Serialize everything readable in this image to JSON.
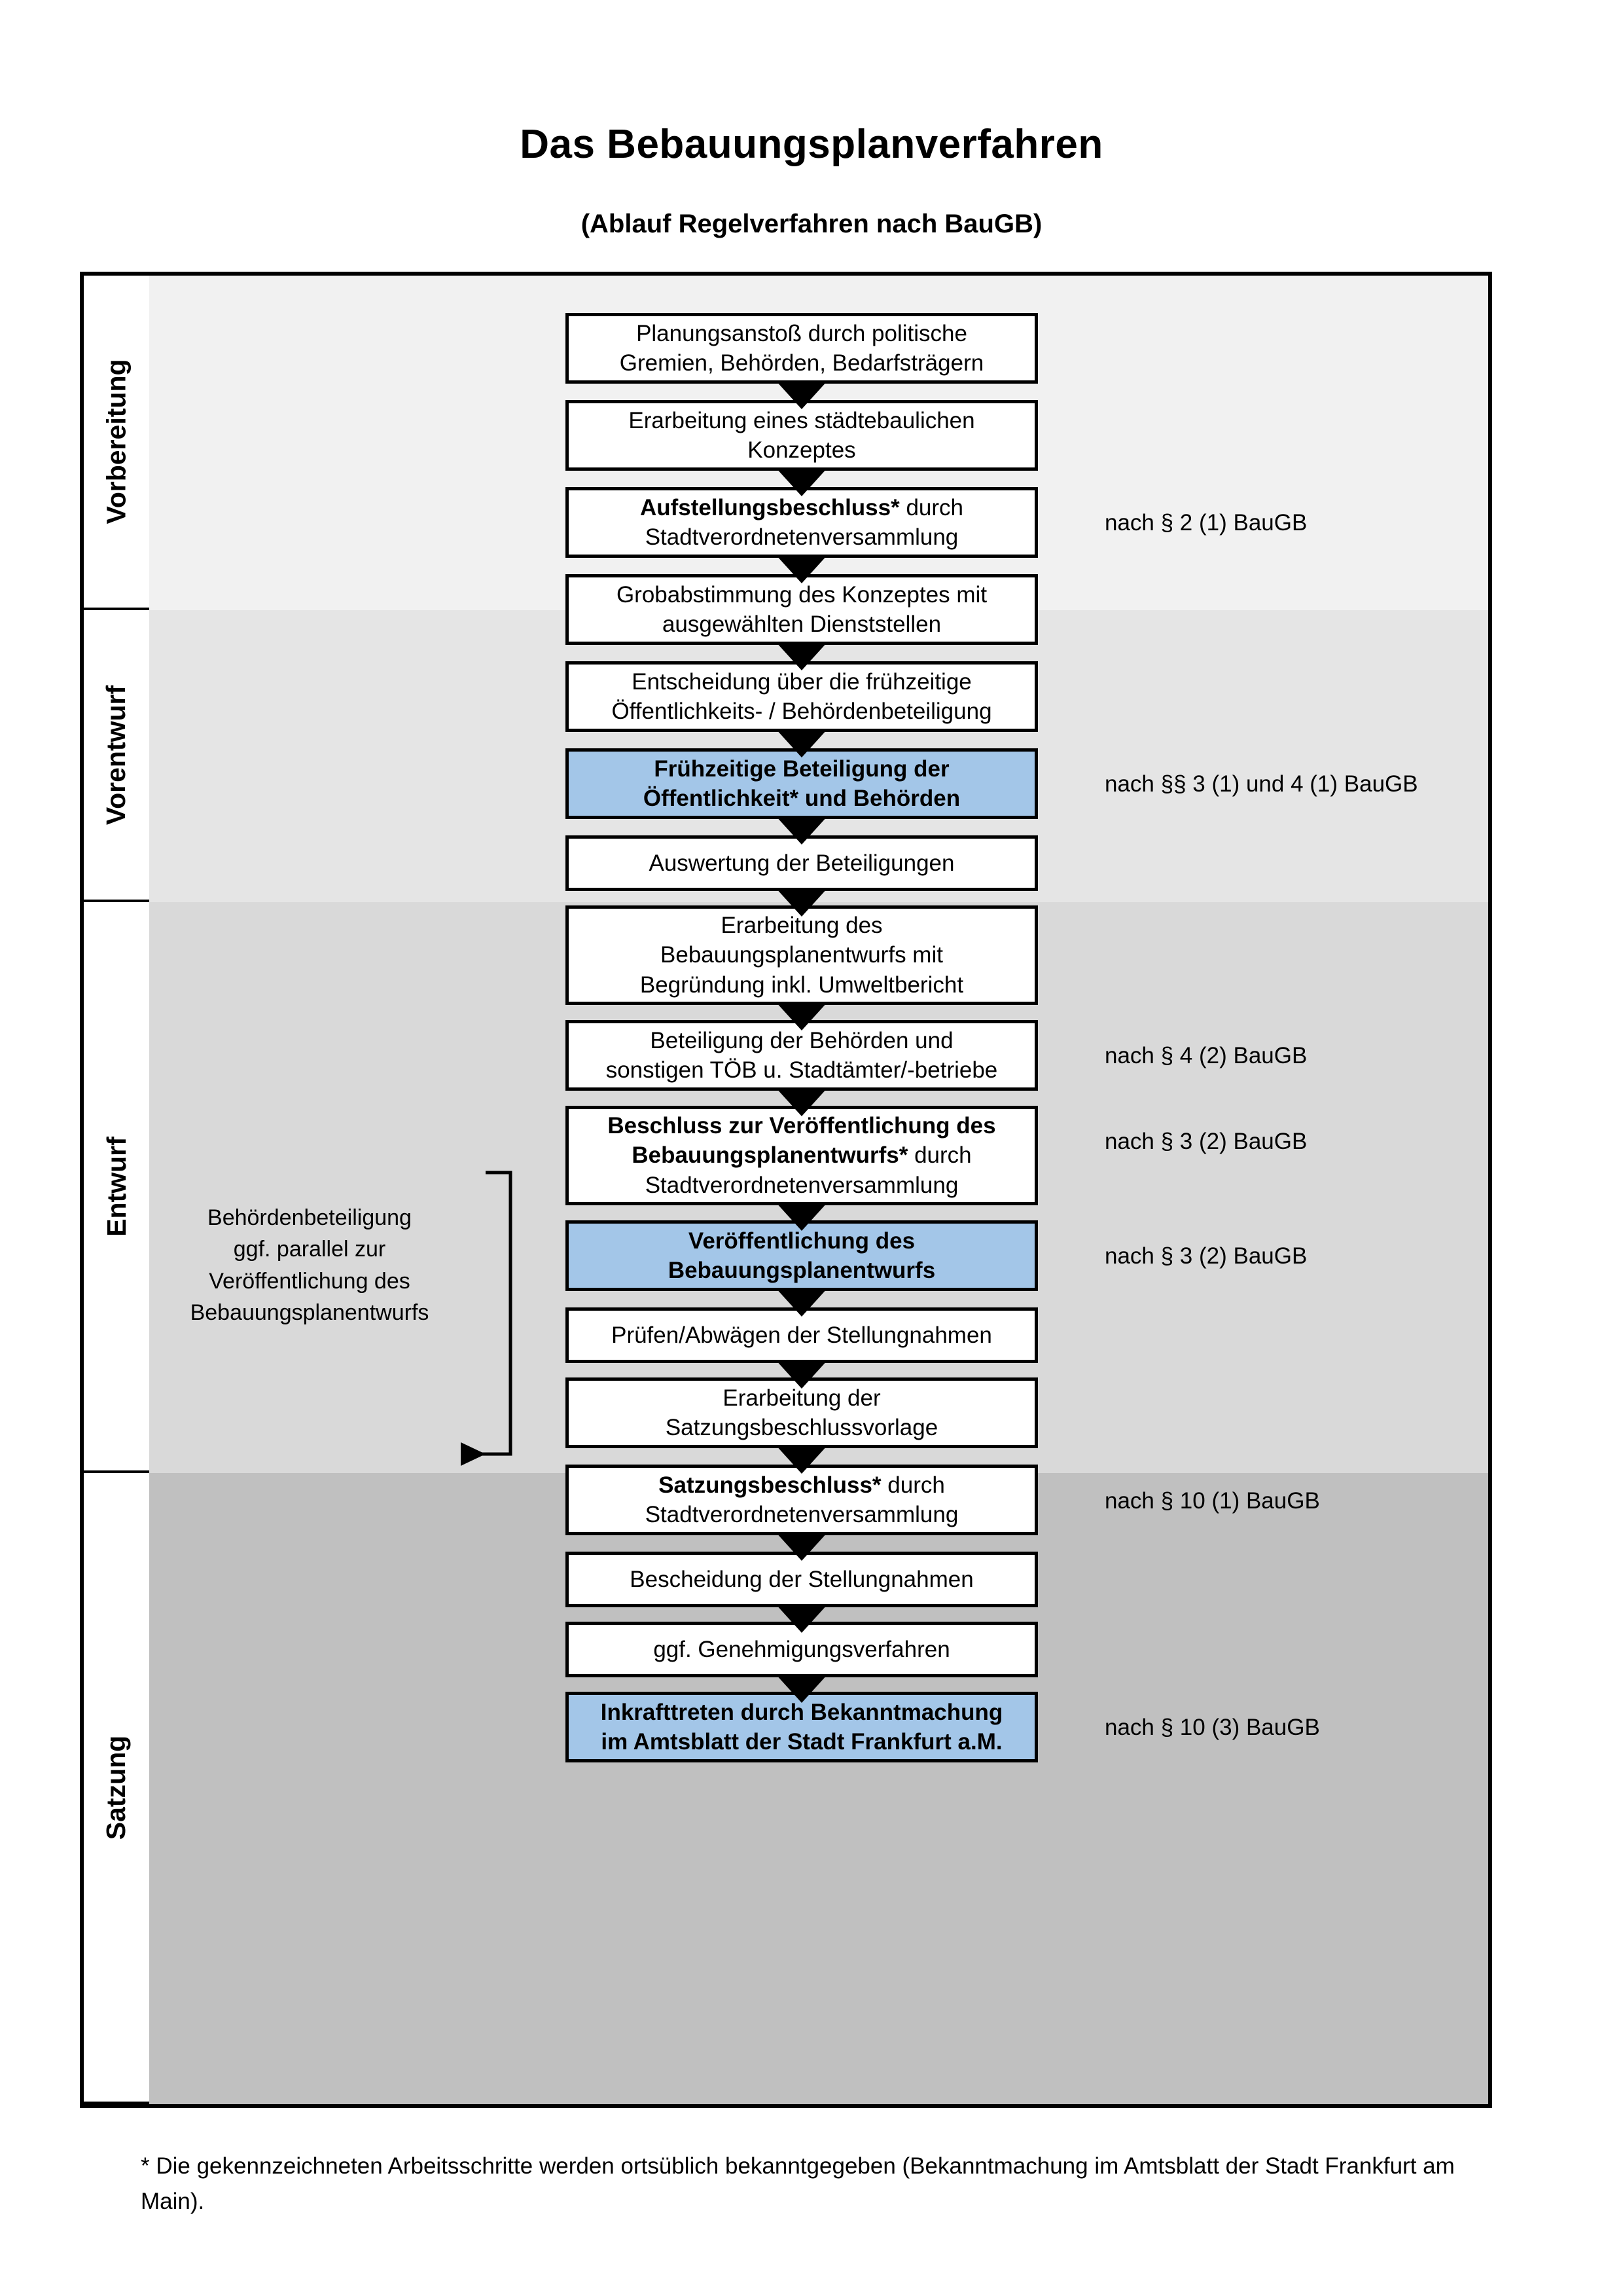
{
  "header": {
    "title": "Das Bebauungsplanverfahren",
    "subtitle": "(Ablauf Regelverfahren nach BauGB)"
  },
  "colors": {
    "highlight_box": "#A3C6E8",
    "band_vorbereitung": "#F1F1F1",
    "band_vorentwurf": "#E5E5E5",
    "band_entwurf": "#D9D9D9",
    "band_satzung": "#C0C0C0",
    "border": "#000000"
  },
  "sections": [
    {
      "label": "Vorbereitung"
    },
    {
      "label": "Vorentwurf"
    },
    {
      "label": "Entwurf"
    },
    {
      "label": "Satzung"
    }
  ],
  "steps": [
    {
      "id": "planungsanstoss",
      "line1": "Planungsanstoß durch politische",
      "line2": "Gremien, Behörden, Bedarfsträgern",
      "highlight": false
    },
    {
      "id": "konzept",
      "line1": "Erarbeitung eines städtebaulichen",
      "line2": "Konzeptes",
      "highlight": false
    },
    {
      "id": "aufstellungsbeschluss",
      "bold": "Aufstellungsbeschluss*",
      "rest": " durch",
      "line2": "Stadtverordnetenversammlung",
      "highlight": false
    },
    {
      "id": "grobabstimmung",
      "line1": "Grobabstimmung des Konzeptes mit",
      "line2": "ausgewählten Dienststellen",
      "highlight": false
    },
    {
      "id": "entscheidung-fruehzeitig",
      "line1": "Entscheidung über die frühzeitige",
      "line2": "Öffentlichkeits- / Behördenbeteiligung",
      "highlight": false
    },
    {
      "id": "fruehzeitige-beteiligung",
      "line1": "Frühzeitige Beteiligung der",
      "line2": "Öffentlichkeit* und Behörden",
      "highlight": true
    },
    {
      "id": "auswertung",
      "line1": "Auswertung der Beteiligungen",
      "highlight": false
    },
    {
      "id": "erarbeitung-entwurf",
      "line1": "Erarbeitung des",
      "line2": "Bebauungsplanentwurfs mit",
      "line3": "Begründung inkl. Umweltbericht",
      "highlight": false
    },
    {
      "id": "beteiligung-behoerden",
      "line1": "Beteiligung der Behörden und",
      "line2": "sonstigen TÖB u. Stadtämter/-betriebe",
      "highlight": false
    },
    {
      "id": "beschluss-veroeffentlichung",
      "bold": "Beschluss zur Veröffentlichung des Bebauungsplanentwurfs*",
      "rest": " durch",
      "line2": "Stadtverordnetenversammlung",
      "highlight": false
    },
    {
      "id": "veroeffentlichung",
      "line1": "Veröffentlichung des",
      "line2": "Bebauungsplanentwurfs",
      "highlight": true
    },
    {
      "id": "pruefen-abwaegen",
      "line1": "Prüfen/Abwägen der Stellungnahmen",
      "highlight": false
    },
    {
      "id": "satzungsbeschlussvorlage",
      "line1": "Erarbeitung der",
      "line2": "Satzungsbeschlussvorlage",
      "highlight": false
    },
    {
      "id": "satzungsbeschluss",
      "bold": "Satzungsbeschluss*",
      "rest": " durch",
      "line2": "Stadtverordnetenversammlung",
      "highlight": false
    },
    {
      "id": "bescheidung",
      "line1": "Bescheidung der Stellungnahmen",
      "highlight": false
    },
    {
      "id": "genehmigungsverfahren",
      "line1": "ggf. Genehmigungsverfahren",
      "highlight": false
    },
    {
      "id": "inkrafttreten",
      "bold": "Inkrafttreten",
      "rest": " durch Bekanntmachung",
      "line2": "im Amtsblatt der Stadt Frankfurt a.M.",
      "highlight": true
    }
  ],
  "legal_notes": [
    {
      "id": "note-par2-1",
      "text": "nach § 2 (1) BauGB"
    },
    {
      "id": "note-par3-4-1",
      "text": "nach §§ 3 (1) und 4 (1) BauGB"
    },
    {
      "id": "note-par4-2",
      "text": "nach § 4 (2) BauGB"
    },
    {
      "id": "note-par3-2-a",
      "text": "nach § 3 (2) BauGB"
    },
    {
      "id": "note-par3-2-b",
      "text": "nach § 3 (2) BauGB"
    },
    {
      "id": "note-par10-1",
      "text": "nach § 10 (1) BauGB"
    },
    {
      "id": "note-par10-3",
      "text": "nach § 10 (3) BauGB"
    }
  ],
  "side_note": {
    "line1": "Behördenbeteiligung",
    "line2": "ggf. parallel zur",
    "line3": "Veröffentlichung des",
    "line4": "Bebauungsplanentwurfs"
  },
  "footnote": {
    "text": "* Die gekennzeichneten Arbeitsschritte werden ortsüblich bekanntgegeben (Bekanntmachung im Amtsblatt  der Stadt Frankfurt am Main)."
  }
}
